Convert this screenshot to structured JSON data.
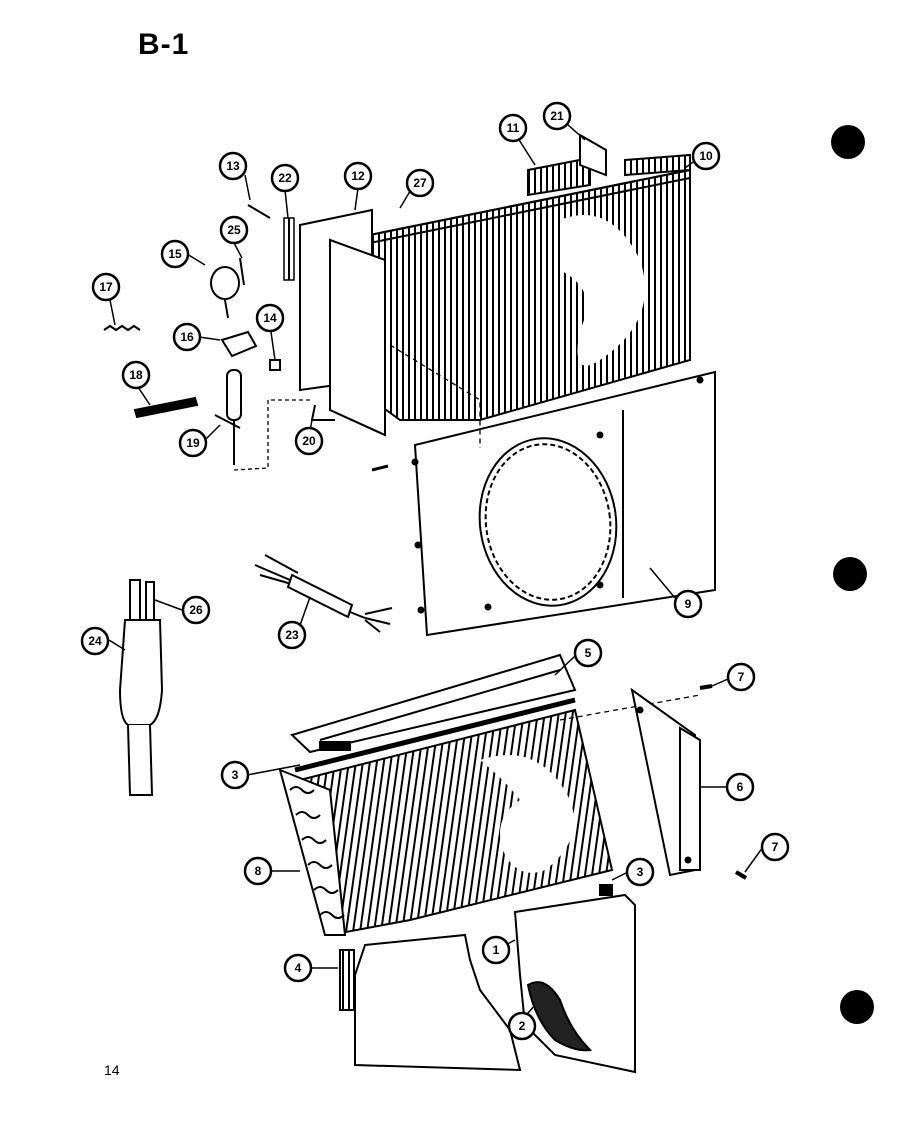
{
  "page": {
    "title": "B-1",
    "page_number": "14"
  },
  "callouts": [
    {
      "id": "c1",
      "label": "1"
    },
    {
      "id": "c2",
      "label": "2"
    },
    {
      "id": "c3a",
      "label": "3"
    },
    {
      "id": "c3b",
      "label": "3"
    },
    {
      "id": "c4",
      "label": "4"
    },
    {
      "id": "c5",
      "label": "5"
    },
    {
      "id": "c6",
      "label": "6"
    },
    {
      "id": "c7a",
      "label": "7"
    },
    {
      "id": "c7b",
      "label": "7"
    },
    {
      "id": "c8",
      "label": "8"
    },
    {
      "id": "c9",
      "label": "9"
    },
    {
      "id": "c10",
      "label": "10"
    },
    {
      "id": "c11",
      "label": "11"
    },
    {
      "id": "c12",
      "label": "12"
    },
    {
      "id": "c13",
      "label": "13"
    },
    {
      "id": "c14",
      "label": "14"
    },
    {
      "id": "c15",
      "label": "15"
    },
    {
      "id": "c16",
      "label": "16"
    },
    {
      "id": "c17",
      "label": "17"
    },
    {
      "id": "c18",
      "label": "18"
    },
    {
      "id": "c19",
      "label": "19"
    },
    {
      "id": "c20",
      "label": "20"
    },
    {
      "id": "c21",
      "label": "21"
    },
    {
      "id": "c22",
      "label": "22"
    },
    {
      "id": "c23",
      "label": "23"
    },
    {
      "id": "c24",
      "label": "24"
    },
    {
      "id": "c25",
      "label": "25"
    },
    {
      "id": "c26",
      "label": "26"
    },
    {
      "id": "c27",
      "label": "27"
    }
  ]
}
